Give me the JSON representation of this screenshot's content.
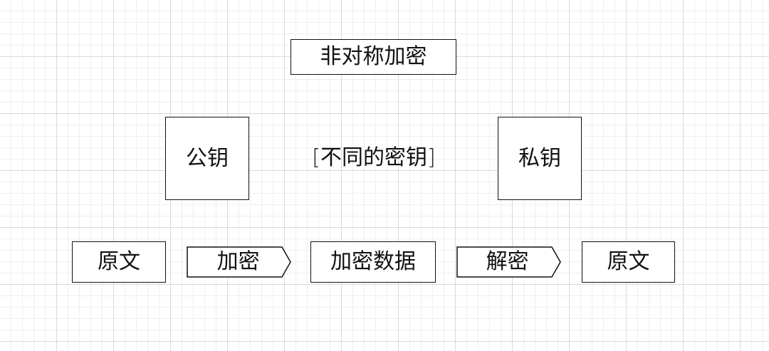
{
  "diagram": {
    "title": "非对称加密",
    "public_key": "公钥",
    "private_key": "私钥",
    "middle_note": {
      "open": "[",
      "text": "不同的密钥",
      "close": "]"
    },
    "flow": {
      "plaintext_left": "原文",
      "encrypt": "加密",
      "ciphertext": "加密数据",
      "decrypt": "解密",
      "plaintext_right": "原文"
    }
  }
}
